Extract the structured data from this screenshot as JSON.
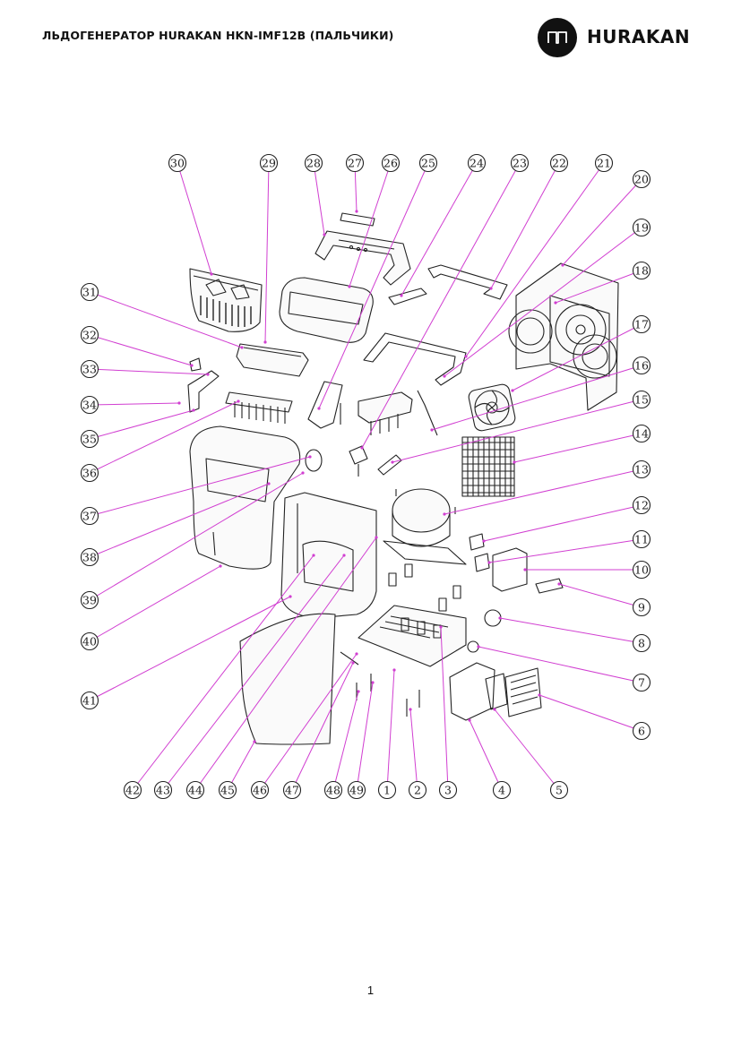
{
  "header": {
    "title": "ЛЬДОГЕНЕРАТОР HURAKAN HKN-IMF12B (ПАЛЬЧИКИ)",
    "brand_name": "HURAKAN",
    "logo_icon": "hurakan-logo-icon"
  },
  "diagram": {
    "leader_color": "#d13fd1",
    "parts": [
      "1",
      "2",
      "3",
      "4",
      "5",
      "6",
      "7",
      "8",
      "9",
      "10",
      "11",
      "12",
      "13",
      "14",
      "15",
      "16",
      "17",
      "18",
      "19",
      "20",
      "21",
      "22",
      "23",
      "24",
      "25",
      "26",
      "27",
      "28",
      "29",
      "30",
      "31",
      "32",
      "33",
      "34",
      "35",
      "36",
      "37",
      "38",
      "39",
      "40",
      "41",
      "42",
      "43",
      "44",
      "45",
      "46",
      "47",
      "48",
      "49"
    ]
  },
  "footer": {
    "page_number": "1"
  }
}
